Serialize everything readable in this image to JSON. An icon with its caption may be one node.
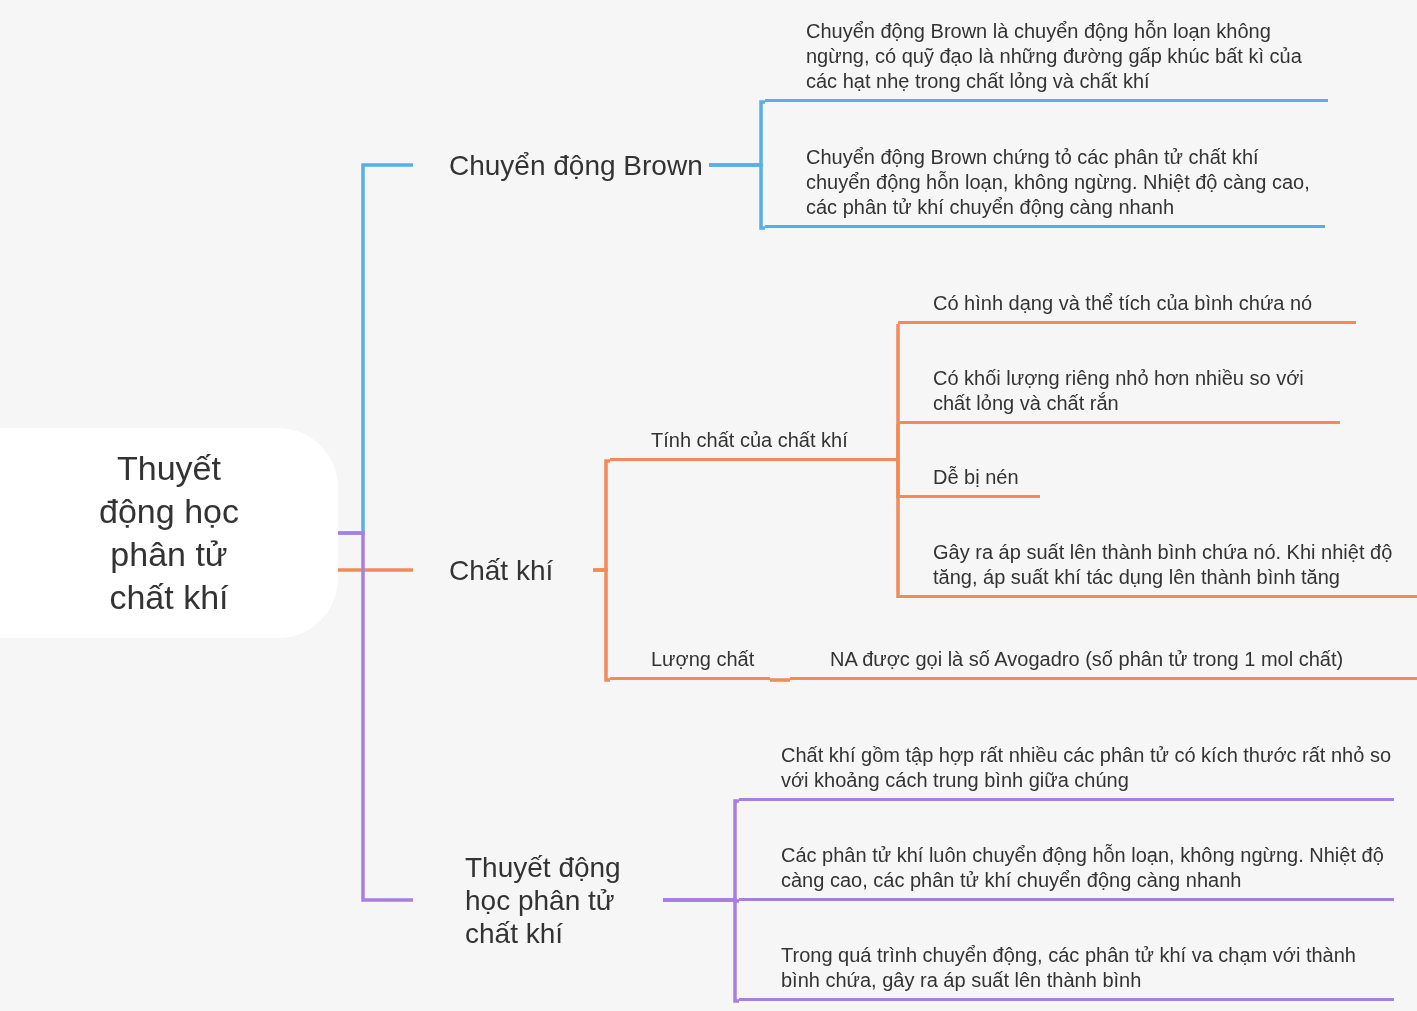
{
  "diagram": {
    "nodes": [
      {
        "text": [
          "Thuyết động học phân tử chất khí"
        ]
      },
      {
        "text": [
          "Chuyển động Brown"
        ]
      },
      {
        "text": [
          "Chất khí"
        ]
      },
      {
        "text": [
          "Thuyết động học phân tử chất khí"
        ]
      },
      {
        "text": [
          "Chuyển động Brown là chuyển động hỗn loạn không ngừng, có quỹ đạo là những đường gấp khúc bất kì của các hạt nhẹ  trong chất lỏng và chất khí"
        ]
      },
      {
        "text": [
          "Chuyển động Brown chứng tỏ các phân tử chất khí chuyển động hỗn loạn, không ngừng. Nhiệt độ càng cao, các phân tử khí chuyển động càng nhanh"
        ]
      },
      {
        "text": [
          "Tính chất của chất khí"
        ]
      },
      {
        "text": [
          "Lượng chất"
        ]
      },
      {
        "text": [
          "Có hình dạng và thể tích của bình chứa nó"
        ]
      },
      {
        "text": [
          "Có khối lượng riêng nhỏ hơn nhiều so với chất lỏng và chất rắn"
        ]
      },
      {
        "text": [
          "Dễ bị nén"
        ]
      },
      {
        "text": [
          "Gây ra áp suất lên thành bình chứa nó. Khi nhiệt độ tăng, áp suất khí tác dụng lên thành bình tăng"
        ]
      },
      {
        "text": [
          "NA được gọi là số Avogadro (số phân tử trong 1 mol chất)"
        ]
      },
      {
        "text": [
          "Chất khí gồm tập hợp rất nhiều các phân tử có kích thước rất nhỏ so với khoảng cách trung bình giữa chúng"
        ]
      },
      {
        "text": [
          "Các phân tử khí luôn chuyển động hỗn loạn, không ngừng. Nhiệt độ càng cao, các phân tử khí chuyển động càng nhanh"
        ]
      },
      {
        "text": [
          "Trong quá trình chuyển động, các phân tử khí va chạm với thành bình chứa, gây ra áp suất lên thành bình"
        ]
      }
    ],
    "edges": [
      {
        "from": 0,
        "to": 1,
        "arrow": "none",
        "color": "#5aaee6"
      },
      {
        "from": 0,
        "to": 2,
        "arrow": "none"
      },
      {
        "from": 0,
        "to": 3,
        "arrow": "none",
        "color": "#a77fe0"
      },
      {
        "from": 1,
        "to": 4,
        "arrow": "none",
        "color": "#5aaee6"
      },
      {
        "from": 1,
        "to": 5,
        "arrow": "none",
        "color": "#5aaee6"
      },
      {
        "from": 2,
        "to": 6,
        "arrow": "none"
      },
      {
        "from": 2,
        "to": 7,
        "arrow": "none"
      },
      {
        "from": 6,
        "to": 8,
        "arrow": "none"
      },
      {
        "from": 6,
        "to": 9,
        "arrow": "none"
      },
      {
        "from": 6,
        "to": 10,
        "arrow": "none"
      },
      {
        "from": 6,
        "to": 11,
        "arrow": "none"
      },
      {
        "from": 7,
        "to": 12,
        "arrow": "none"
      },
      {
        "from": 3,
        "to": 13,
        "arrow": "none",
        "color": "#a77fe0"
      },
      {
        "from": 3,
        "to": 14,
        "arrow": "none",
        "color": "#a77fe0"
      },
      {
        "from": 3,
        "to": 15,
        "arrow": "none",
        "color": "#a77fe0"
      }
    ]
  }
}
